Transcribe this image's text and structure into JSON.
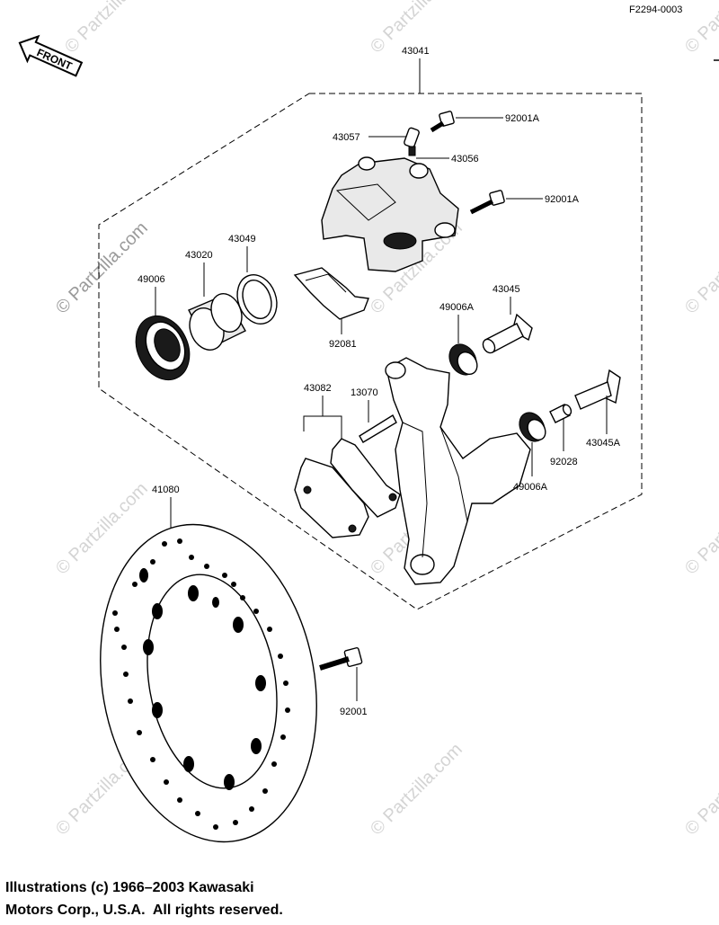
{
  "figure_id": "F2294-0003",
  "front_label": "FRONT",
  "watermark": "© Partzilla.com",
  "footer": {
    "line1": "Illustrations (c) 1966–2003 Kawasaki",
    "line2": "Motors Corp., U.S.A.  All rights reserved."
  },
  "parts": {
    "p43041": "43041",
    "p92001A_top": "92001A",
    "p43057": "43057",
    "p43056": "43056",
    "p92001A_mid": "92001A",
    "p43049": "43049",
    "p43020": "43020",
    "p49006": "49006",
    "p92081": "92081",
    "p43045": "43045",
    "p49006A_top": "49006A",
    "p43082": "43082",
    "p13070": "13070",
    "p43045A": "43045A",
    "p92028": "92028",
    "p49006A_bot": "49006A",
    "p41080": "41080",
    "p92001": "92001"
  }
}
